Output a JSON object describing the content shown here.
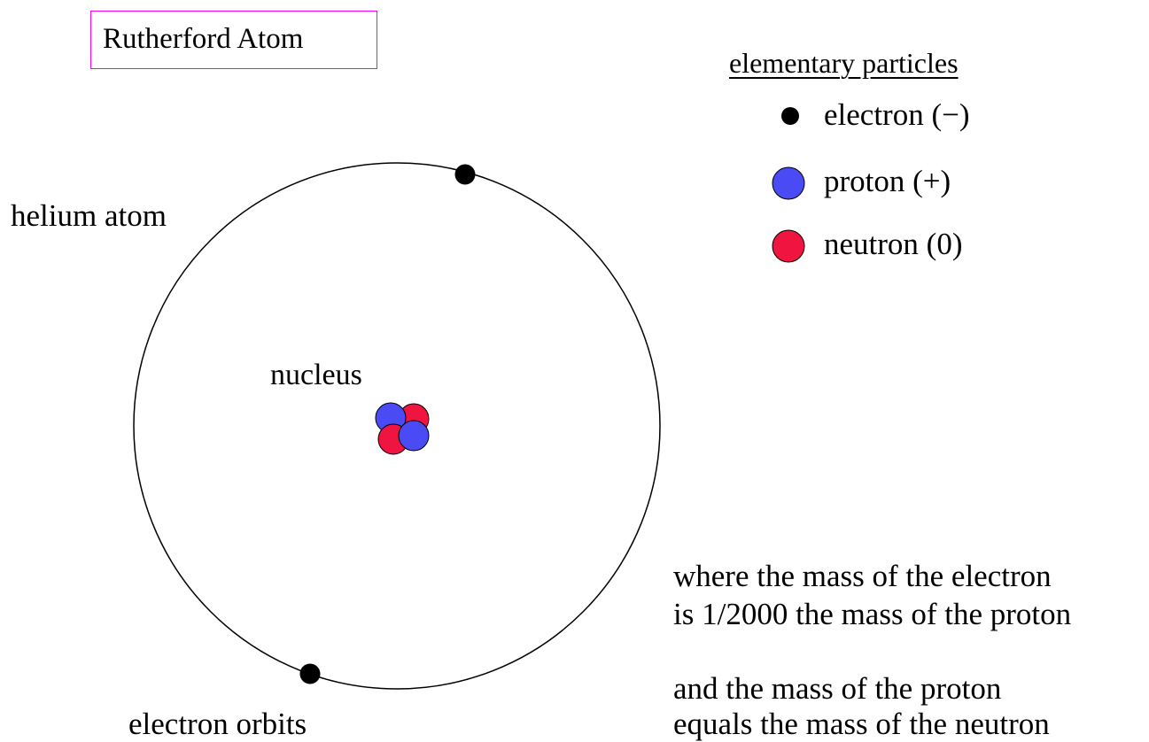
{
  "title": "Rutherford Atom",
  "legend": {
    "heading": "elementary particles",
    "items": [
      {
        "name": "electron-legend",
        "label": "electron (−)",
        "color": "#000000"
      },
      {
        "name": "proton-legend",
        "label": "proton (+)",
        "color": "#4b4bf5"
      },
      {
        "name": "neutron-legend",
        "label": "neutron (0)",
        "color": "#f01440"
      }
    ]
  },
  "diagram": {
    "atom_label": "helium atom",
    "nucleus_label": "nucleus",
    "orbits_label": "electron orbits",
    "electron_count": 2,
    "proton_count": 2,
    "neutron_count": 2
  },
  "notes": [
    {
      "line1": "where the mass of the electron",
      "line2": "is 1/2000 the mass of the proton"
    },
    {
      "line1": "and the mass of the proton",
      "line2": "equals the mass of the neutron"
    }
  ],
  "colors": {
    "title_border": "#ff00ff",
    "electron": "#000000",
    "proton": "#4b4bf5",
    "neutron": "#f01440",
    "orbit": "#000000"
  }
}
